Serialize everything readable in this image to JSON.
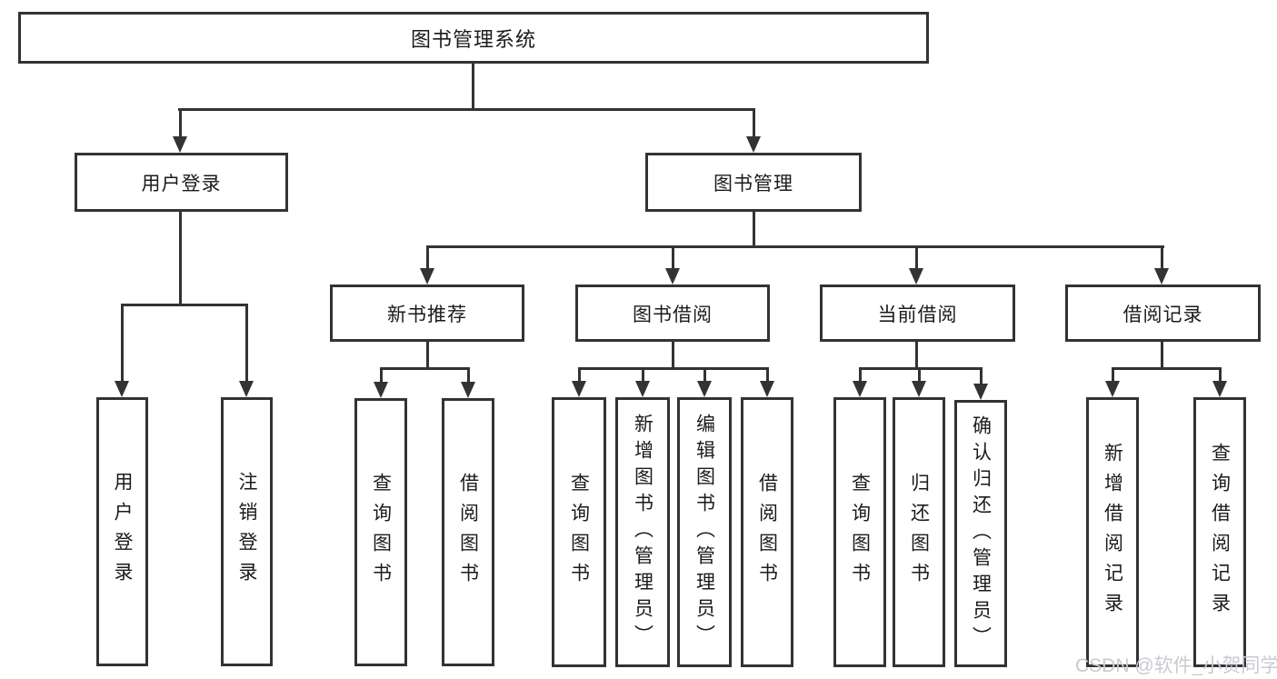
{
  "diagram": {
    "root": {
      "label": "图书管理系统"
    },
    "login": {
      "label": "用户登录",
      "children": [
        {
          "label": "用户登录"
        },
        {
          "label": "注销登录"
        }
      ]
    },
    "management": {
      "label": "图书管理",
      "sections": [
        {
          "label": "新书推荐",
          "children": [
            {
              "label": "查询图书"
            },
            {
              "label": "借阅图书"
            }
          ]
        },
        {
          "label": "图书借阅",
          "children": [
            {
              "label": "查询图书"
            },
            {
              "label": "新增图书（管理员）"
            },
            {
              "label": "编辑图书（管理员）"
            },
            {
              "label": "借阅图书"
            }
          ]
        },
        {
          "label": "当前借阅",
          "children": [
            {
              "label": "查询图书"
            },
            {
              "label": "归还图书"
            },
            {
              "label": "确认归还（管理员）"
            }
          ]
        },
        {
          "label": "借阅记录",
          "children": [
            {
              "label": "新增借阅记录"
            },
            {
              "label": "查询借阅记录"
            }
          ]
        }
      ]
    },
    "watermark": "CSDN @软件_小贺同学",
    "colors": {
      "line": "#333333",
      "background": "#ffffff",
      "text": "#1b1b1b",
      "watermark": "#c8cbd0"
    },
    "icons": {
      "arrow": "solid-triangle-down"
    }
  }
}
